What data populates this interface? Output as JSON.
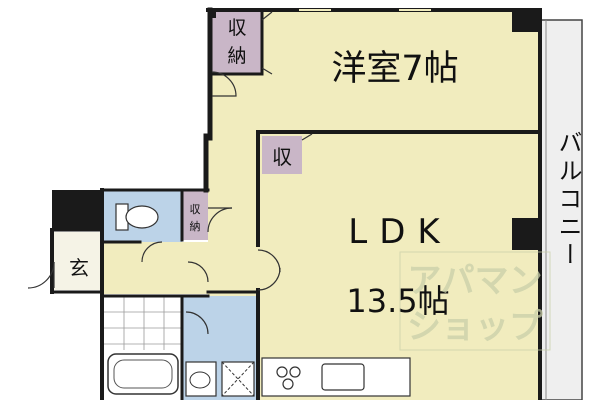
{
  "rooms": {
    "western_room": {
      "label": "洋室7帖"
    },
    "ldk": {
      "label": "LDK",
      "size": "13.5帖"
    },
    "balcony": {
      "label": "バルコニー"
    },
    "entrance": {
      "label": "玄"
    }
  },
  "storage": {
    "closet_top": {
      "line1": "収",
      "line2": "納"
    },
    "closet_ldk": {
      "label": "収"
    },
    "closet_hall": {
      "line1": "収",
      "line2": "納"
    }
  },
  "watermark": {
    "line1": "アパマン",
    "line2": "ショップ"
  },
  "colors": {
    "floor": "#f1ecbe",
    "wall": "#1a1a1a",
    "storage": "#c9b6c7",
    "wet_area": "#bcd3e8",
    "balcony": "#efefef",
    "watermark": "#c9cfa9"
  }
}
